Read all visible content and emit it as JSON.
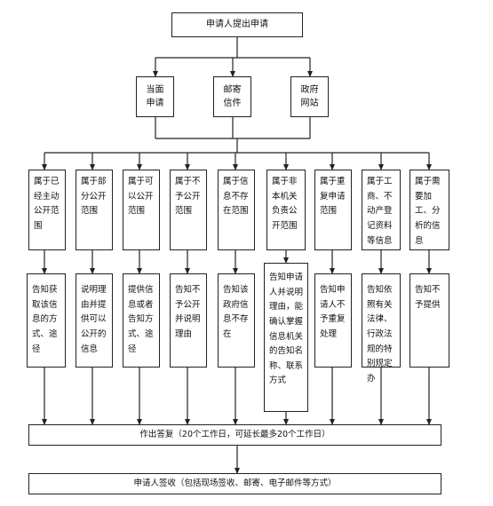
{
  "top": "申请人提出申请",
  "channels": [
    "当面申请",
    "邮寄信件",
    "政府网站"
  ],
  "categories": [
    "属于已经主动公开范围",
    "属于部分公开范围",
    "属于可以公开范围",
    "属于不予公开范围",
    "属于信息不存在范围",
    "属于非本机关负责公开范围",
    "属于重复申请范围",
    "属于工商、不动产登记资料等信息",
    "属于需要加工、分析的信息"
  ],
  "actions": [
    "告知获取该信息的方式、途径",
    "说明理由并提供可以公开的信息",
    "提供信息或者告知方式、途径",
    "告知不予公开并说明理由",
    "告知该政府信息不存在",
    "告知申请人并说明理由，能确认掌握信息机关的告知名称、联系方式",
    "告知申请人不予重复处理",
    "告知依照有关法律、行政法规的特别规定办",
    "告知不予提供"
  ],
  "reply": "作出答复（20个工作日，可延长最多20个工作日）",
  "sign": "申请人签收（包括现场签收、邮寄、电子邮件等方式）"
}
